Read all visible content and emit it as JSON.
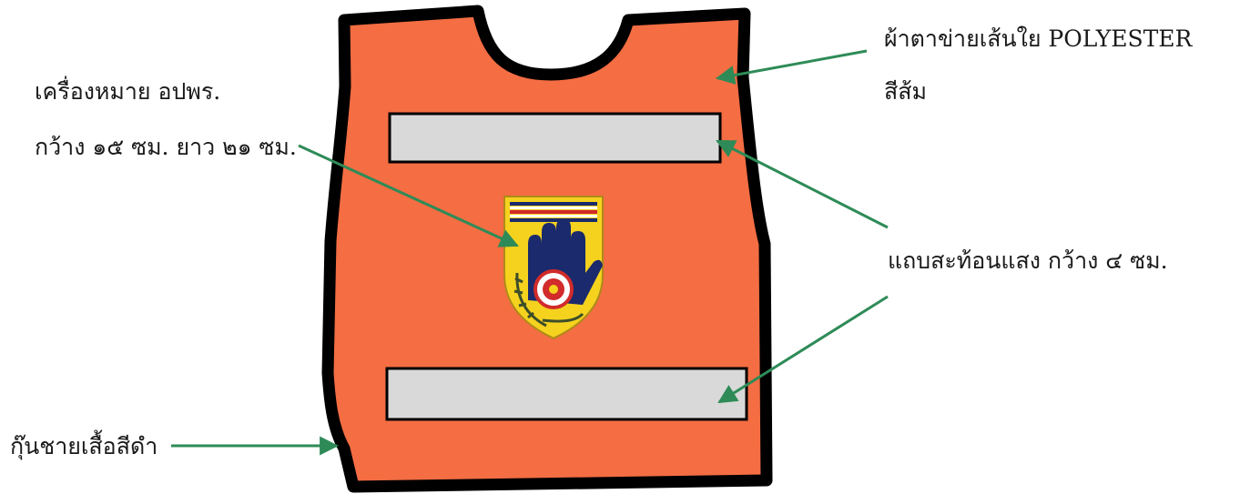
{
  "labels": {
    "emblem_line1": "เครื่องหมาย อปพร.",
    "emblem_line2": "กว้าง ๑๕ ซม. ยาว ๒๑ ซม.",
    "fabric_line1": "ผ้าตาข่ายเส้นใย  POLYESTER",
    "fabric_line2": "สีส้ม",
    "reflective": "แถบสะท้อนแสง กว้าง ๔ ซม.",
    "hem": "กุ๊นชายเสื้อสีดำ"
  },
  "colors": {
    "vest": "#f46d43",
    "outline": "#000000",
    "reflective_strip": "#d9d9d9",
    "arrow": "#2e8b57",
    "emblem_yellow": "#f5d21e",
    "emblem_navy": "#1a2a6c",
    "emblem_red": "#d12b2b"
  },
  "icons": {
    "emblem": "civil-defense-volunteer-emblem-icon"
  }
}
